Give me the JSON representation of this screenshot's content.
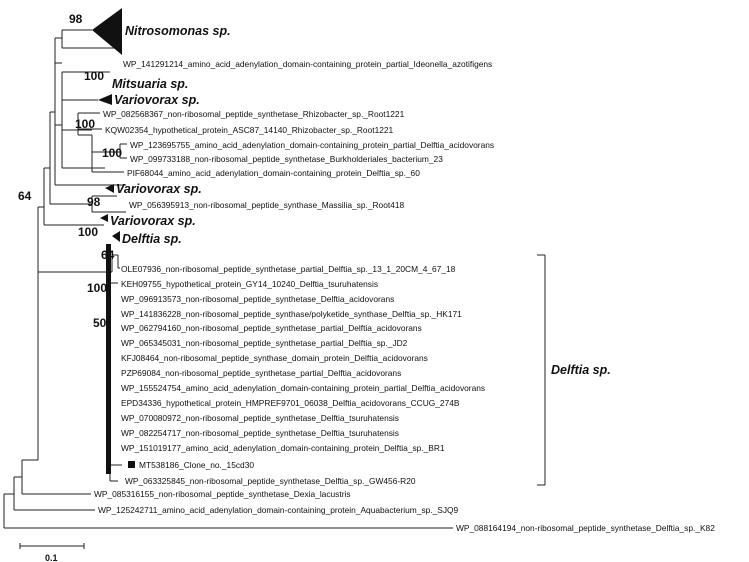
{
  "tree": {
    "collapsed_clades": [
      "Nitrosomonas sp.",
      "Mitsuaria sp.",
      "Variovorax sp.",
      "Variovorax sp.",
      "Variovorax sp.",
      "Delftia sp."
    ],
    "leaves": [
      "WP_141291214_amino_acid_adenylation_domain-containing_protein_partial_Ideonella_azotifigens",
      "WP_082568367_non-ribosomal_peptide_synthetase_Rhizobacter_sp._Root1221",
      "KQW02354_hypothetical_protein_ASC87_14140_Rhizobacter_sp._Root1221",
      "WP_123695755_amino_acid_adenylation_domain-containing_protein_partial_Delftia_acidovorans",
      "WP_099733188_non-ribosomal_peptide_synthetase_Burkholderiales_bacterium_23",
      "PIF68044_amino_acid_adenylation_domain-containing_protein_Delftia_sp._60",
      "WP_056395913_non-ribosomal_peptide_synthase_Massilia_sp._Root418",
      "OLE07936_non-ribosomal_peptide_synthetase_partial_Delftia_sp._13_1_20CM_4_67_18",
      "KEH09755_hypothetical_protein_GY14_10240_Delftia_tsuruhatensis",
      "WP_096913573_non-ribosomal_peptide_synthetase_Delftia_acidovorans",
      "WP_141836228_non-ribosomal_peptide_synthase/polyketide_synthase_Delftia_sp._HK171",
      "WP_062794160_non-ribosomal_peptide_synthetase_partial_Delftia_acidovorans",
      "WP_065345031_non-ribosomal_peptide_synthetase_partial_Delftia_sp._JD2",
      "KFJ08464_non-ribosomal_peptide_synthase_domain_protein_Delftia_acidovorans",
      "PZP69084_non-ribosomal_peptide_synthetase_partial_Delftia_acidovorans",
      "WP_155524754_amino_acid_adenylation_domain-containing_protein_partial_Delftia_acidovorans",
      "EPD34336_hypothetical_protein_HMPREF9701_06038_Delftia_acidovorans_CCUG_274B",
      "WP_070080972_non-ribosomal_peptide_synthetase_Delftia_tsuruhatensis",
      "WP_082254717_non-ribosomal_peptide_synthetase_Delftia_tsuruhatensis",
      "WP_151019177_amino_acid_adenylation_domain-containing_protein_Delftia_sp._BR1",
      "MT538186_Clone_no._15cd30",
      "WP_063325845_non-ribosomal_peptide_synthetase_Delftia_sp._GW456-R20",
      "WP_085316155_non-ribosomal_peptide_synthetase_Dexia_lacustris",
      "WP_125242711_amino_acid_adenylation_domain-containing_protein_Aquabacterium_sp._SJQ9",
      "WP_088164194_non-ribosomal_peptide_synthetase_Delftia_sp._K82"
    ],
    "bootstrap": [
      "98",
      "100",
      "100",
      "100",
      "98",
      "100",
      "64",
      "64",
      "100",
      "50"
    ],
    "group_label": "Delftia sp.",
    "scale_label": "0.1"
  }
}
